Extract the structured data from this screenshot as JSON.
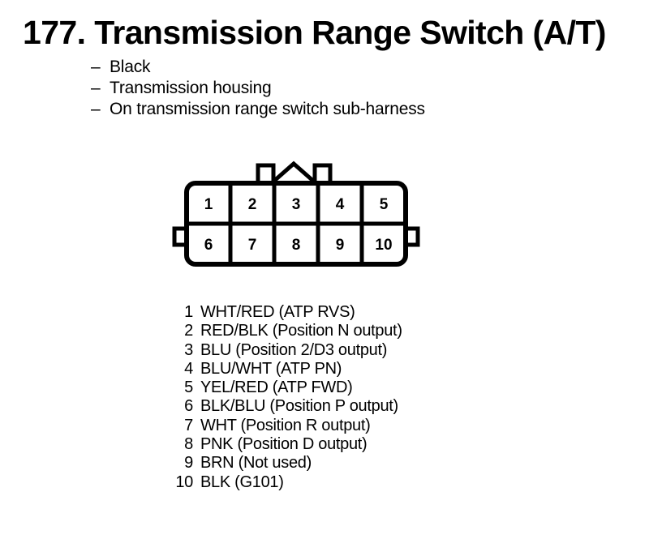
{
  "title": "177. Transmission Range Switch (A/T)",
  "descriptors": [
    {
      "dash": "–",
      "text": "Black"
    },
    {
      "dash": "–",
      "text": "Transmission housing"
    },
    {
      "dash": "–",
      "text": "On transmission range switch sub-harness"
    }
  ],
  "connector": {
    "top_row": [
      "1",
      "2",
      "3",
      "4",
      "5"
    ],
    "bottom_row": [
      "6",
      "7",
      "8",
      "9",
      "10"
    ],
    "outline_color": "#000000",
    "fill_color": "#ffffff"
  },
  "pins": [
    {
      "num": "1",
      "label": "WHT/RED (ATP RVS)"
    },
    {
      "num": "2",
      "label": "RED/BLK (Position N output)"
    },
    {
      "num": "3",
      "label": "BLU (Position 2/D3 output)"
    },
    {
      "num": "4",
      "label": "BLU/WHT (ATP PN)"
    },
    {
      "num": "5",
      "label": "YEL/RED (ATP FWD)"
    },
    {
      "num": "6",
      "label": "BLK/BLU (Position P output)"
    },
    {
      "num": "7",
      "label": "WHT (Position R output)"
    },
    {
      "num": "8",
      "label": "PNK (Position D output)"
    },
    {
      "num": "9",
      "label": "BRN (Not used)"
    },
    {
      "num": "10",
      "label": "BLK (G101)"
    }
  ]
}
